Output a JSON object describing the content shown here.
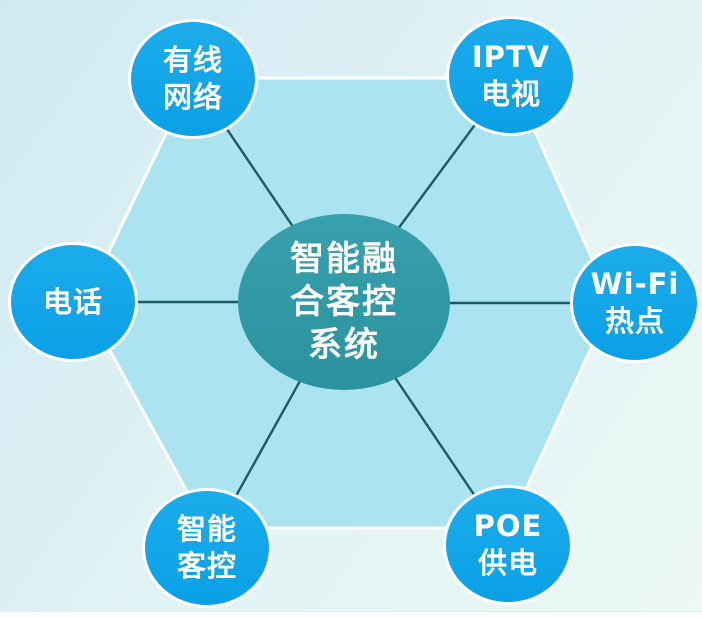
{
  "colors": {
    "node_blue": "#0da4e8",
    "center_teal": "#2e97a4",
    "hexagon_fill": "#ace3f0",
    "spoke_line": "#1c5a64",
    "background_top_left": "#cfe9f3",
    "background_bottom": "#ecf9f4",
    "text": "#ffffff"
  },
  "center": {
    "lines": [
      "智能融",
      "合客控",
      "系统"
    ]
  },
  "nodes": [
    {
      "id": "wired-network",
      "lines": [
        "有线",
        "网络"
      ]
    },
    {
      "id": "iptv-tv",
      "lines": [
        "IPTV",
        "电视"
      ]
    },
    {
      "id": "telephone",
      "lines": [
        "电话"
      ]
    },
    {
      "id": "wifi-hotspot",
      "lines": [
        "Wi-Fi",
        "热点"
      ]
    },
    {
      "id": "smart-guest-control",
      "lines": [
        "智能",
        "客控"
      ]
    },
    {
      "id": "poe-power",
      "lines": [
        "POE",
        "供电"
      ]
    }
  ]
}
